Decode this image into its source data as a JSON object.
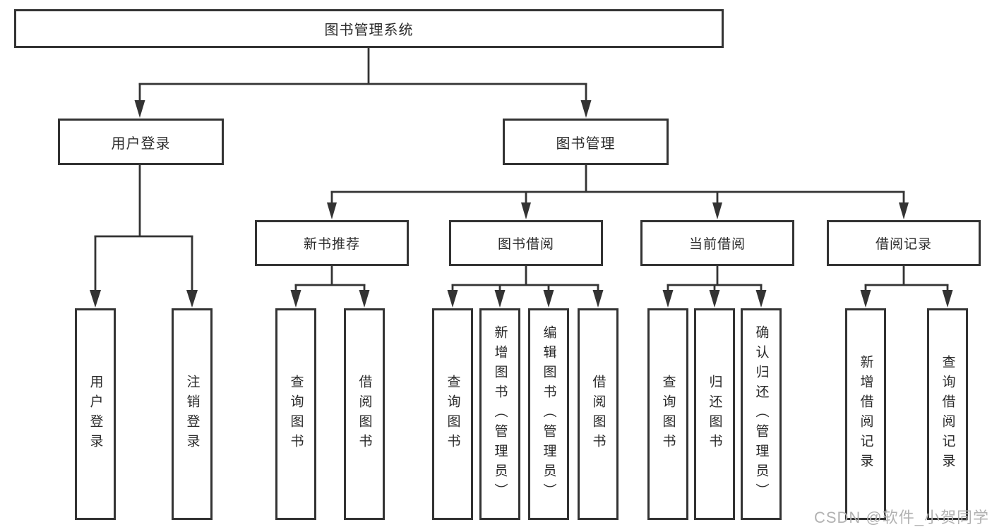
{
  "colors": {
    "line": "#333333",
    "node_border": "#333333",
    "text": "#2b2b2b",
    "watermark": "#b2b2b2",
    "background": "#ffffff"
  },
  "watermark": {
    "text": "CSDN @软件_小贺同学"
  },
  "tree": {
    "label": "图书管理系统",
    "children": [
      {
        "label": "用户登录",
        "children": [
          {
            "label": "用户登录"
          },
          {
            "label": "注销登录"
          }
        ]
      },
      {
        "label": "图书管理",
        "children": [
          {
            "label": "新书推荐",
            "children": [
              {
                "label": "查询图书"
              },
              {
                "label": "借阅图书"
              }
            ]
          },
          {
            "label": "图书借阅",
            "children": [
              {
                "label": "查询图书"
              },
              {
                "label": "新增图书（管理员）"
              },
              {
                "label": "编辑图书（管理员）"
              },
              {
                "label": "借阅图书"
              }
            ]
          },
          {
            "label": "当前借阅",
            "children": [
              {
                "label": "查询图书"
              },
              {
                "label": "归还图书"
              },
              {
                "label": "确认归还（管理员）"
              }
            ]
          },
          {
            "label": "借阅记录",
            "children": [
              {
                "label": "新增借阅记录"
              },
              {
                "label": "查询借阅记录"
              }
            ]
          }
        ]
      }
    ]
  }
}
